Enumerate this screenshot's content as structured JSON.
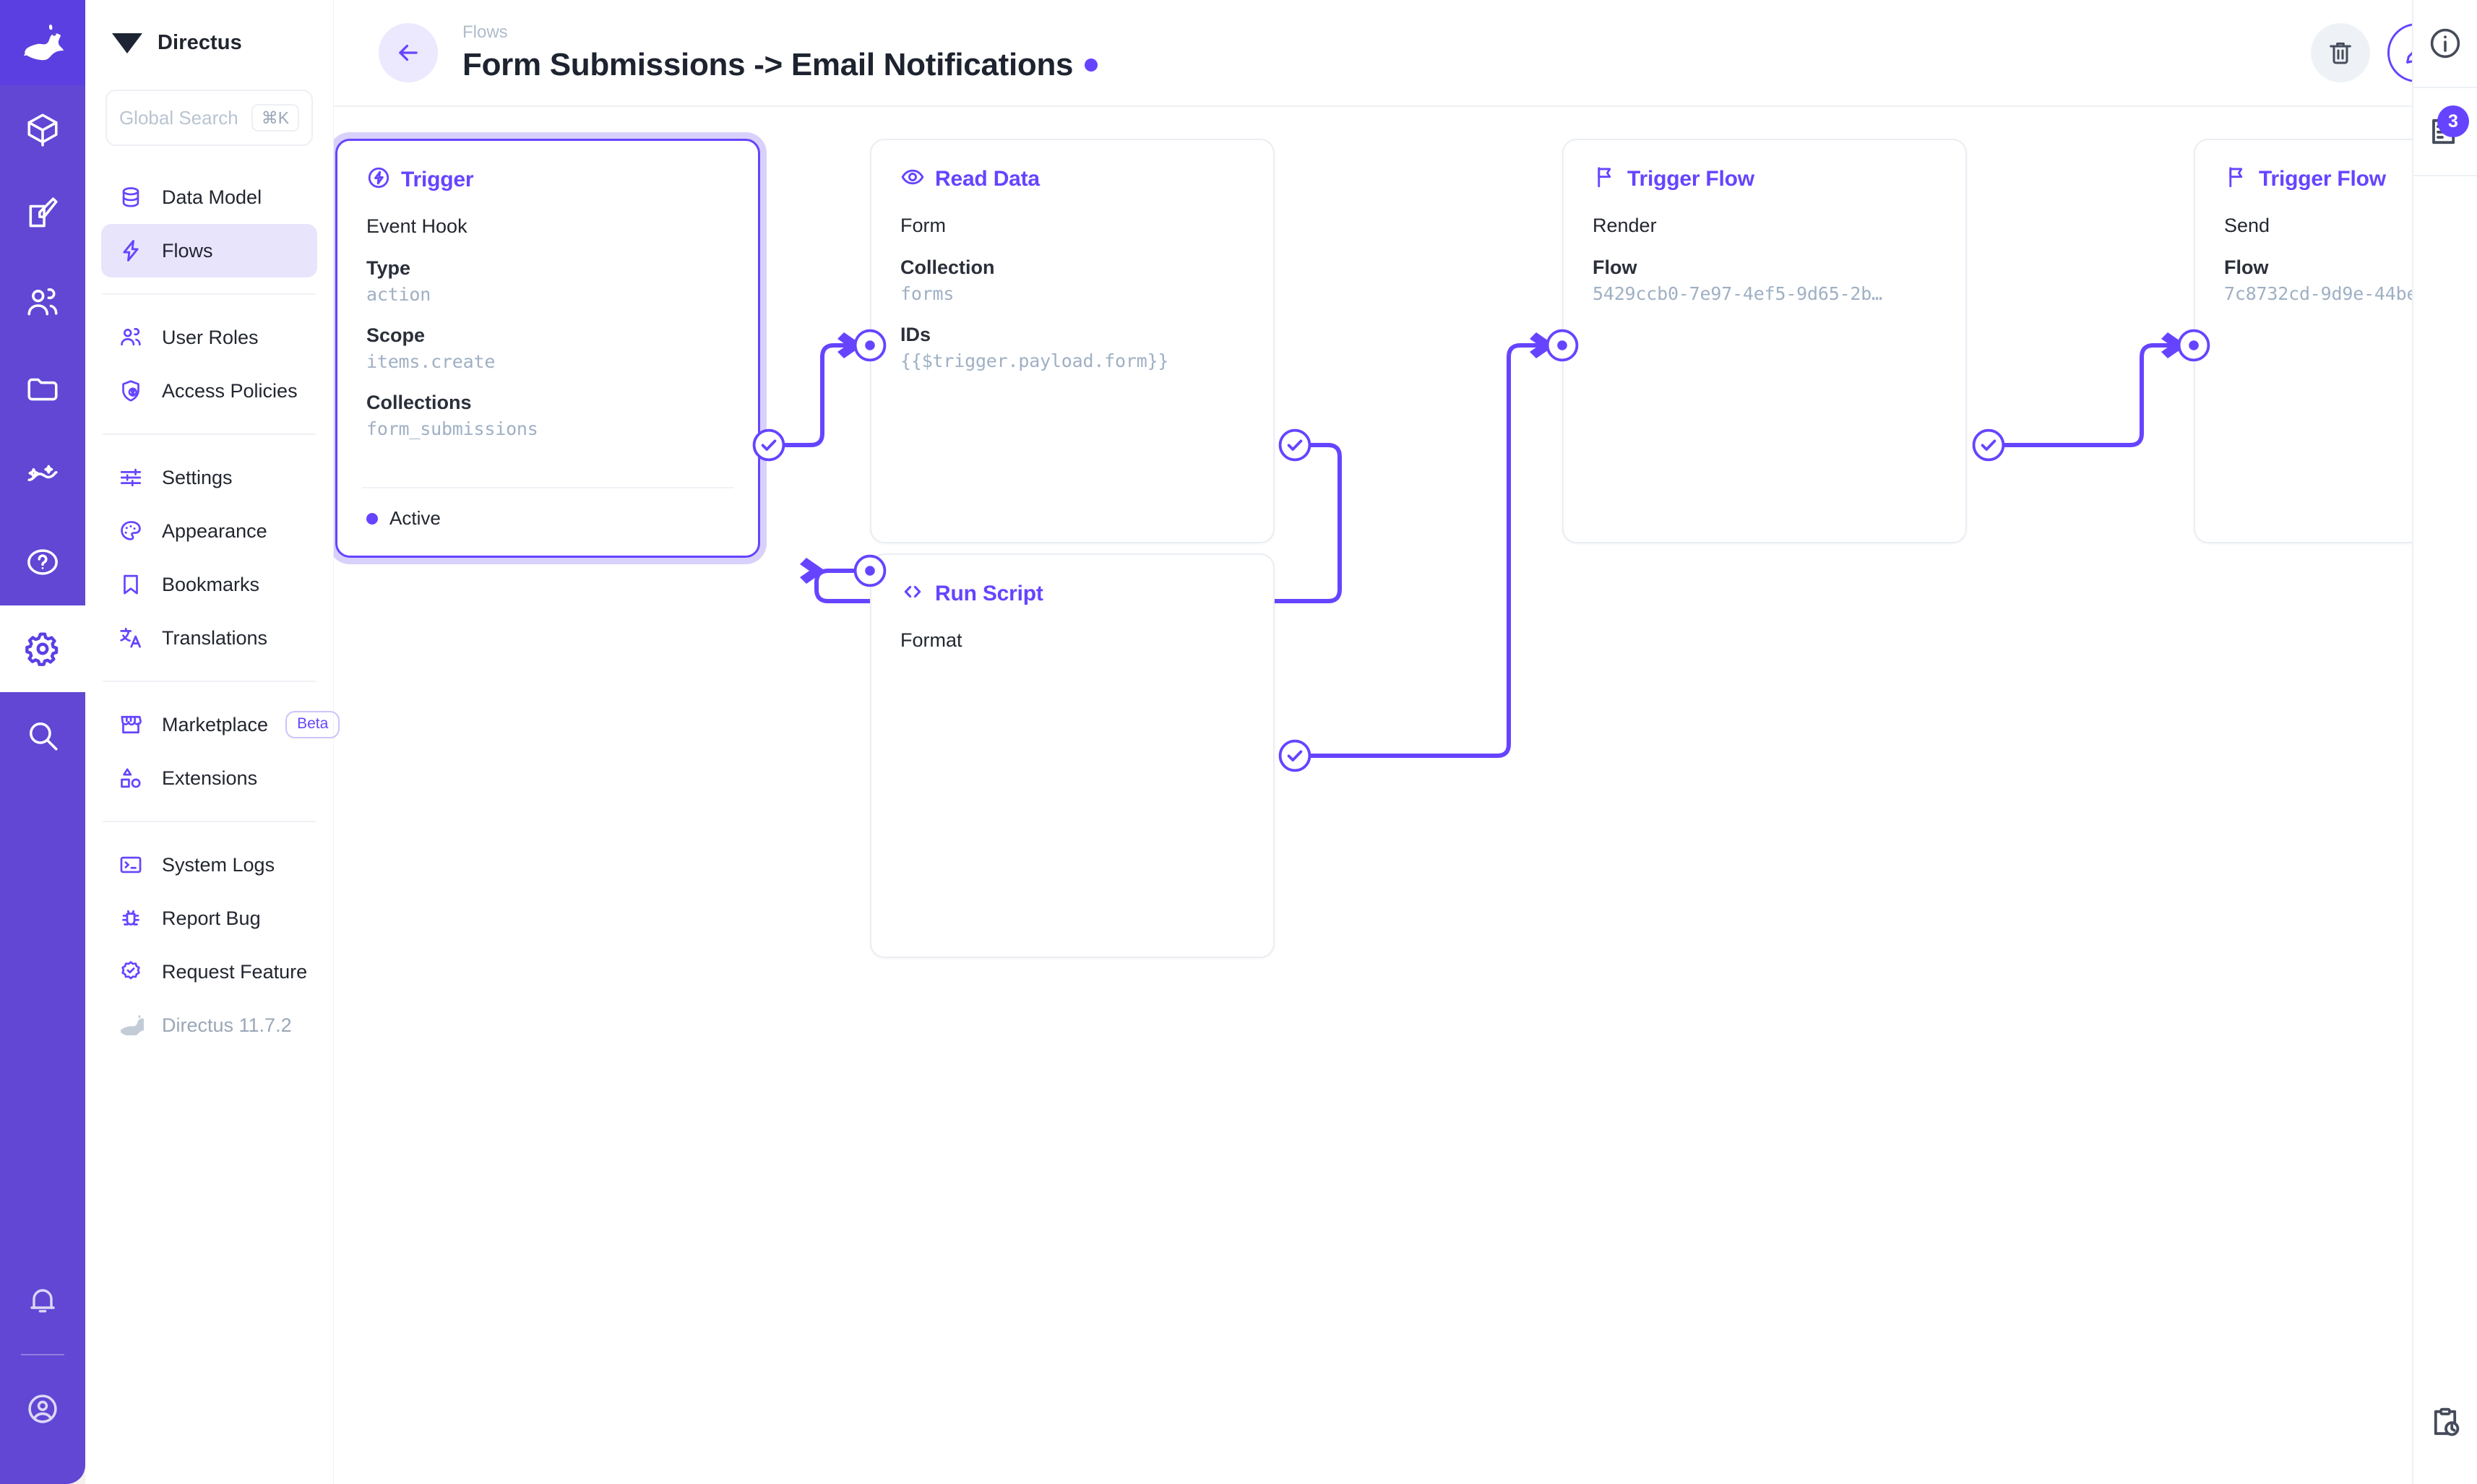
{
  "app": {
    "brand": "Directus",
    "version_label": "Directus 11.7.2"
  },
  "module_rail": {
    "items": [
      {
        "name": "content-module",
        "icon": "box-icon"
      },
      {
        "name": "editor-module",
        "icon": "edit-square-icon"
      },
      {
        "name": "users-module",
        "icon": "users-icon"
      },
      {
        "name": "files-module",
        "icon": "folder-icon"
      },
      {
        "name": "insights-module",
        "icon": "sparkline-icon"
      },
      {
        "name": "docs-module",
        "icon": "question-circle-icon"
      },
      {
        "name": "settings-module",
        "icon": "gear-icon",
        "active": true
      },
      {
        "name": "search-module",
        "icon": "magnifier-icon"
      }
    ],
    "bottom": [
      {
        "name": "notifications",
        "icon": "bell-icon"
      },
      {
        "name": "account",
        "icon": "user-circle-icon"
      }
    ]
  },
  "search": {
    "placeholder": "Global Search",
    "shortcut": "⌘K"
  },
  "sidebar": {
    "groups": [
      {
        "items": [
          {
            "label": "Data Model",
            "icon": "database-icon",
            "selected": false
          },
          {
            "label": "Flows",
            "icon": "lightning-icon",
            "selected": true
          }
        ]
      },
      {
        "items": [
          {
            "label": "User Roles",
            "icon": "users-icon",
            "selected": false
          },
          {
            "label": "Access Policies",
            "icon": "shield-user-icon",
            "selected": false
          }
        ]
      },
      {
        "items": [
          {
            "label": "Settings",
            "icon": "sliders-icon",
            "selected": false
          },
          {
            "label": "Appearance",
            "icon": "palette-icon",
            "selected": false
          },
          {
            "label": "Bookmarks",
            "icon": "bookmark-icon",
            "selected": false
          },
          {
            "label": "Translations",
            "icon": "translate-icon",
            "selected": false
          }
        ]
      },
      {
        "items": [
          {
            "label": "Marketplace",
            "icon": "storefront-icon",
            "badge": "Beta",
            "selected": false
          },
          {
            "label": "Extensions",
            "icon": "shapes-icon",
            "selected": false
          }
        ]
      },
      {
        "items": [
          {
            "label": "System Logs",
            "icon": "terminal-icon",
            "selected": false
          },
          {
            "label": "Report Bug",
            "icon": "bug-icon",
            "selected": false
          },
          {
            "label": "Request Feature",
            "icon": "badge-check-icon",
            "selected": false
          },
          {
            "label": "Directus 11.7.2",
            "icon": "rabbit-icon",
            "muted": true,
            "selected": false
          }
        ]
      }
    ]
  },
  "header": {
    "breadcrumb": "Flows",
    "title": "Form Submissions -> Email Notifications",
    "status_dot_color": "#6644ff",
    "back_icon": "arrow-left-icon",
    "actions": [
      {
        "name": "delete-flow-button",
        "icon": "trash-icon"
      },
      {
        "name": "edit-flow-button",
        "icon": "pencil-icon"
      }
    ]
  },
  "right_rail": {
    "items": [
      {
        "name": "info-sidebar-button",
        "icon": "info-circle-icon",
        "badge": null
      },
      {
        "name": "activity-log-button",
        "icon": "logs-icon",
        "badge": "3"
      }
    ],
    "bottom": {
      "name": "flow-runs-button",
      "icon": "clipboard-clock-icon"
    }
  },
  "flow": {
    "nodes": [
      {
        "id": "trigger",
        "type": "trigger",
        "icon": "trigger-bolt-icon",
        "title": "Trigger",
        "subtitle": "Event Hook",
        "selected": true,
        "fields": [
          {
            "label": "Type",
            "value": "action"
          },
          {
            "label": "Scope",
            "value": "items.create"
          },
          {
            "label": "Collections",
            "value": "form_submissions"
          }
        ],
        "footer": {
          "status": "Active"
        }
      },
      {
        "id": "read-data",
        "type": "operation",
        "icon": "eye-icon",
        "title": "Read Data",
        "subtitle": "Form",
        "selected": false,
        "fields": [
          {
            "label": "Collection",
            "value": "forms"
          },
          {
            "label": "IDs",
            "value": "{{$trigger.payload.form}}"
          }
        ]
      },
      {
        "id": "run-script",
        "type": "operation",
        "icon": "code-brackets-icon",
        "title": "Run Script",
        "subtitle": "Format",
        "selected": false,
        "fields": []
      },
      {
        "id": "trigger-flow-render",
        "type": "operation",
        "icon": "flag-icon",
        "title": "Trigger Flow",
        "subtitle": "Render",
        "selected": false,
        "fields": [
          {
            "label": "Flow",
            "value": "5429ccb0-7e97-4ef5-9d65-2b…"
          }
        ]
      },
      {
        "id": "trigger-flow-send",
        "type": "operation",
        "icon": "flag-icon",
        "title": "Trigger Flow",
        "subtitle": "Send",
        "selected": false,
        "fields": [
          {
            "label": "Flow",
            "value": "7c8732cd-9d9e-44be"
          }
        ]
      }
    ],
    "edges": [
      {
        "from": "trigger",
        "to": "read-data",
        "kind": "resolve"
      },
      {
        "from": "read-data",
        "to": "run-script",
        "kind": "resolve"
      },
      {
        "from": "run-script",
        "to": "trigger-flow-render",
        "kind": "resolve"
      },
      {
        "from": "trigger-flow-render",
        "to": "trigger-flow-send",
        "kind": "resolve"
      }
    ]
  }
}
